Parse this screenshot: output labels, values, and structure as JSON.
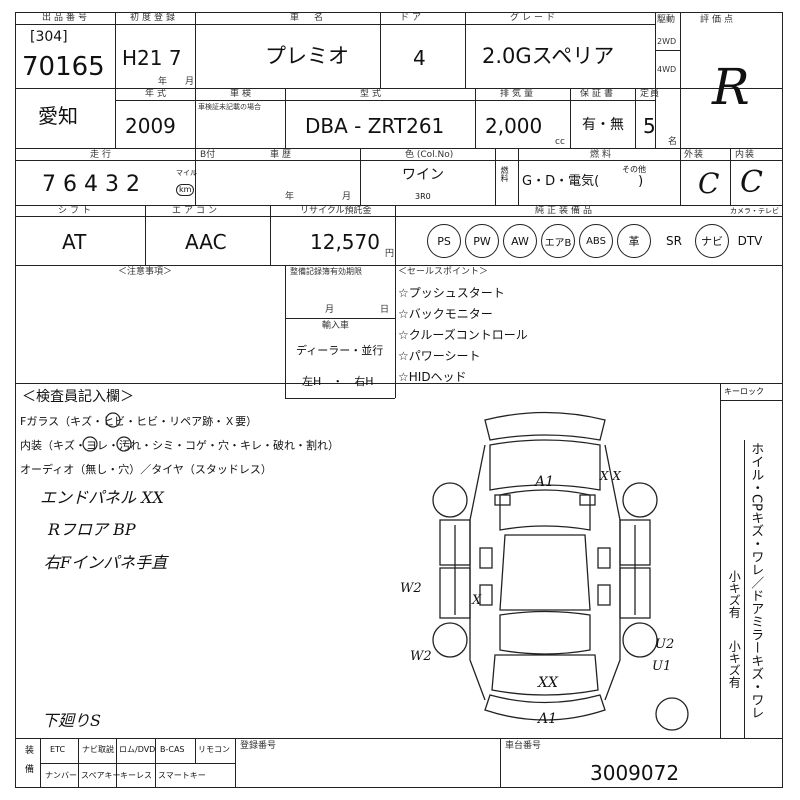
{
  "header": {
    "lot_label": "出品番号",
    "lot_code": "[304]",
    "lot_number": "70165",
    "first_reg_label": "初度登録",
    "first_reg": "H21 7",
    "year_unit": "年",
    "month_unit": "月",
    "car_name_label": "車　名",
    "car_name": "プレミオ",
    "doors_label": "ドア",
    "doors": "4",
    "grade_label": "グレード",
    "grade": "2.0Gスペリア",
    "drive_label": "駆動",
    "drive_2wd": "2WD",
    "drive_4wd": "4WD",
    "score_label": "評価点",
    "score": "R"
  },
  "row2": {
    "region": "愛知",
    "year_label": "年式",
    "year": "2009",
    "inspection_label": "車検",
    "inspection_sub": "車検証未記載の場合",
    "model_label": "型式",
    "model": "DBA - ZRT261",
    "displacement_label": "排気量",
    "displacement": "2,000",
    "cc": "cc",
    "warranty_label": "保証書",
    "warranty": "有・無",
    "capacity_label": "定員",
    "capacity": "5",
    "capacity_unit": "名"
  },
  "row3": {
    "mileage_label": "走行",
    "mileage": "7 6 4 3 2",
    "mileage_unit_mile": "マイル",
    "mileage_unit_km": "km",
    "lap_label": "B付",
    "history_label": "車歴",
    "year_unit": "年",
    "month_unit": "月",
    "color_label": "色 (Col.No)",
    "color": "ワイン",
    "color_code": "3R0",
    "fuel_check_label": "燃料",
    "fuel_label": "燃料",
    "fuel": "G・D・電気(　　　)",
    "fuel_other": "その他",
    "exterior_label": "外装",
    "exterior": "C",
    "interior_label": "内装",
    "interior": "C"
  },
  "row4": {
    "shift_label": "シフト",
    "shift": "AT",
    "ac_label": "エアコン",
    "ac": "AAC",
    "recycle_label": "リサイクル預託金",
    "recycle": "12,570",
    "yen": "円",
    "equipment_label": "純正装備品",
    "equipment": [
      "PS",
      "PW",
      "AW",
      "エアB",
      "ABS",
      "革",
      "SR",
      "ナビ",
      "DTV"
    ],
    "tv_label": "カメラ・テレビ"
  },
  "notes": {
    "caution_label": "＜注意事項＞",
    "record_label": "整備記録簿有効期限",
    "month_unit": "月",
    "day_unit": "日",
    "import_label": "輸入車",
    "dealer": "ディーラー・並行",
    "handle": "左H　・　右H",
    "sales_label": "＜セールスポイント＞",
    "sales_points": [
      "☆プッシュスタート",
      "☆バックモニター",
      "☆クルーズコントロール",
      "☆パワーシート",
      "☆HIDヘッド"
    ]
  },
  "inspection": {
    "title": "＜検査員記入欄＞",
    "keyless_label": "キーロック",
    "glass_line": "Fガラス（キズ・ヒビ・ヒビ・リペア跡・Ｘ要）",
    "interior_line": "内装（キズ・ヨレ・汚れ・シミ・コゲ・穴・キレ・破れ・割れ）",
    "audio_line": "オーディオ（無し・穴）／タイヤ（スタッドレス）",
    "handwritten_notes": [
      "エンドパネル XX",
      "Rフロア BP",
      "右Fインパネ手直",
      "下廻りS"
    ],
    "diagram_marks": [
      "A1",
      "X X",
      "W2",
      "X",
      "W2",
      "U2",
      "U1",
      "XX",
      "A1"
    ],
    "side_text": "ホイル・CPキズ・ワレ／ドアミラーキズ・ワレ",
    "side_small": "小キズ有",
    "side_small2": "小キズ有"
  },
  "footer": {
    "label": "装備",
    "row1": [
      "ETC",
      "ナビ取説",
      "ロム/DVD",
      "B-CAS",
      "リモコン"
    ],
    "row2": [
      "ナンバー",
      "スペアキー",
      "キーレス",
      "スマートキー"
    ],
    "reg_label": "登録番号",
    "frame_label": "車台番号",
    "frame": "3009072"
  }
}
